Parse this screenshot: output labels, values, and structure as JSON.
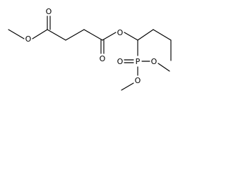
{
  "molecule": {
    "atoms": {
      "o_methoxy_left": "O",
      "o_carbonyl_top": "O",
      "o_ester_link": "O",
      "o_carbonyl_bottom": "O",
      "p_phosphonate": "P",
      "o_phosphoryl": "O",
      "o_p_methoxy_right": "O",
      "o_p_methoxy_bottom": "O"
    },
    "colors": {
      "bond": "#000000",
      "atom_label": "#000000",
      "background": "#ffffff"
    }
  }
}
